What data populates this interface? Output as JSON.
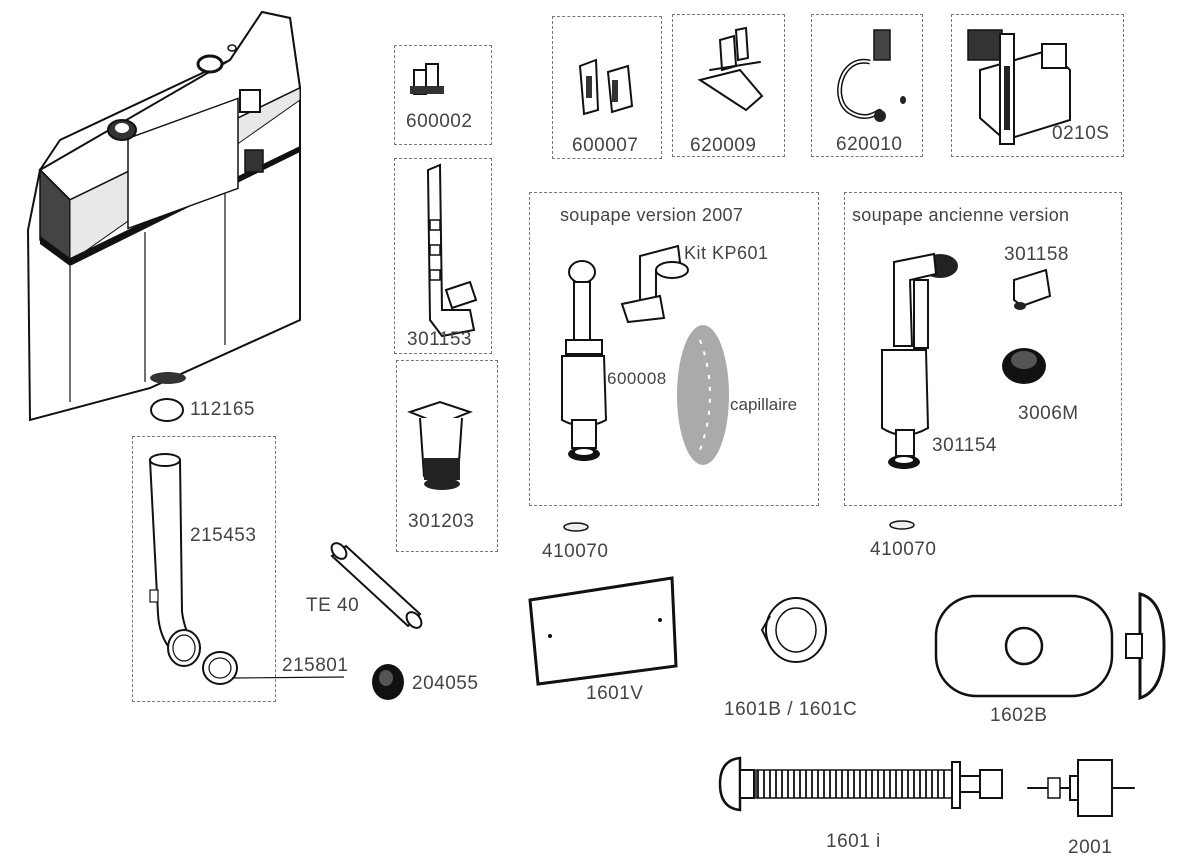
{
  "parts": {
    "p112165": "112165",
    "p600002": "600002",
    "p600007": "600007",
    "p620009": "620009",
    "p620010": "620010",
    "p0210S": "0210S",
    "p301153": "301153",
    "p301203": "301203",
    "p215453": "215453",
    "p215801": "215801",
    "pTE40": "TE 40",
    "p204055": "204055",
    "p600008": "600008",
    "pKit": "Kit  KP601",
    "pCapillaire": "capillaire",
    "p301158": "301158",
    "p3006M": "3006M",
    "p301154": "301154",
    "p410070a": "410070",
    "p410070b": "410070",
    "p1601V": "1601V",
    "p1601BC": "1601B / 1601C",
    "p1602B": "1602B",
    "p1601i": "1601 i",
    "p2001": "2001"
  },
  "groups": {
    "version2007": "soupape version 2007",
    "ancienne": "soupape ancienne version"
  }
}
